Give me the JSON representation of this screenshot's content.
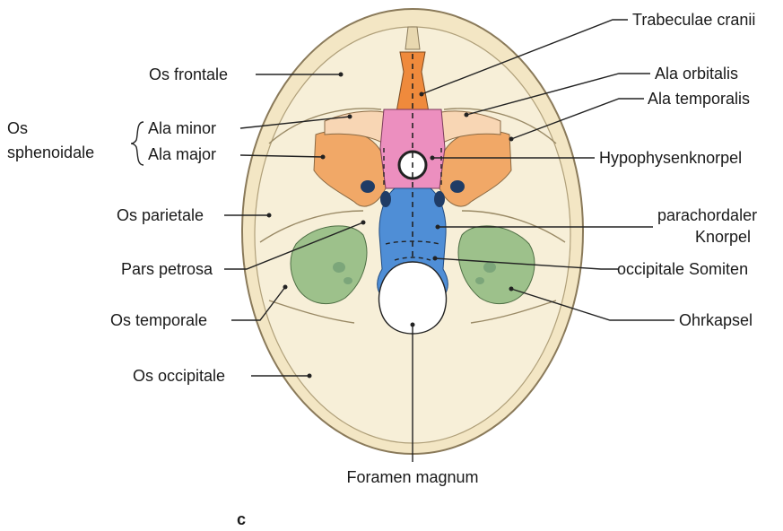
{
  "colors": {
    "bone": "#f6ecd0",
    "bone_outline": "#8a7a5a",
    "trabeculae": "#ef8a3c",
    "hypophysis": "#ec8fbf",
    "ala_orange": "#f1a867",
    "ala_light": "#f8d6b4",
    "parachordal": "#4f8ed6",
    "otic": "#8db87e",
    "line": "#222222",
    "text": "#1a1a1a"
  },
  "labels": {
    "trabeculae_cranii": "Trabeculae cranii",
    "os_frontale": "Os frontale",
    "ala_orbitalis": "Ala orbitalis",
    "ala_temporalis": "Ala temporalis",
    "os_sphenoidale_line1": "Os",
    "os_sphenoidale_line2": "sphenoidale",
    "ala_minor": "Ala minor",
    "ala_major": "Ala major",
    "hypophysenknorpel": "Hypophysenknorpel",
    "os_parietale": "Os parietale",
    "parachordaler_line1": "parachordaler",
    "parachordaler_line2": "Knorpel",
    "pars_petrosa": "Pars petrosa",
    "occipitale_somiten": "occipitale Somiten",
    "os_temporale": "Os temporale",
    "ohrkapsel": "Ohrkapsel",
    "os_occipitale": "Os occipitale",
    "foramen_magnum": "Foramen magnum",
    "figure_letter": "c"
  }
}
